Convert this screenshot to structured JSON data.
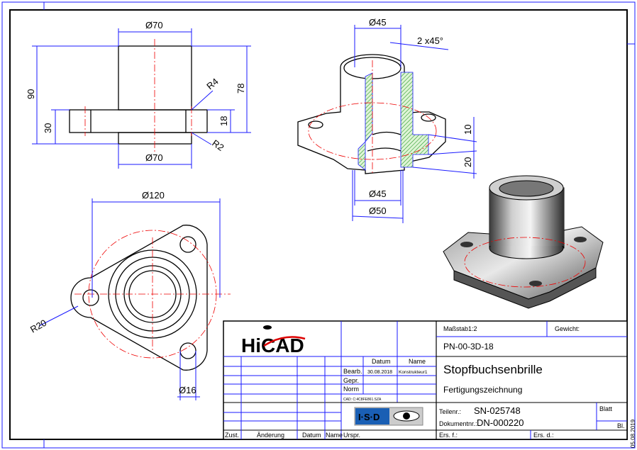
{
  "front_view": {
    "dia_top": "Ø70",
    "dia_bottom": "Ø70",
    "height_total": "90",
    "height_flange_boss": "30",
    "height_body": "78",
    "flange_thickness": "18",
    "radius_top": "R4",
    "radius_bottom": "R2"
  },
  "top_view": {
    "dia_bolt_circle": "Ø120",
    "lobe_radius": "R20",
    "hole_dia": "Ø16"
  },
  "section_view": {
    "dia_inner_top": "Ø45",
    "chamfer": "2 x45°",
    "height_flange": "10",
    "height_boss": "20",
    "dia_inner_bottom": "Ø45",
    "dia_boss": "Ø50"
  },
  "title_block": {
    "logo": "HiCAD",
    "scale": "Maßstab1:2",
    "weight_label": "Gewicht:",
    "part_code": "PN-00-3D-18",
    "col_date": "Datum",
    "col_name": "Name",
    "row_bearb": "Bearb.",
    "bearb_date": "30.08.2018",
    "bearb_name": "Konstrukteur1",
    "row_gepr": "Gepr.",
    "row_norm": "Norm",
    "cad_file": "CAD:  C:4C8FE861.SZA",
    "title": "Stopfbuchsenbrille",
    "subtitle": "Fertigungszeichnung",
    "isd_logo": "I·S·D",
    "part_no_label": "Teilenr.:",
    "part_no": "SN-025748",
    "doc_no_label": "Dokumentnr.:",
    "doc_no": "DN-000220",
    "sheet_label": "Blatt",
    "sheets_label": "Bl.",
    "rev_zust": "Zust.",
    "rev_change": "Änderung",
    "rev_date": "Datum",
    "rev_name": "Name",
    "origin": "Urspr.",
    "replaces": "Ers. f.:",
    "replaced_by": "Ers. d.:",
    "print_date": "05.08.2019"
  }
}
